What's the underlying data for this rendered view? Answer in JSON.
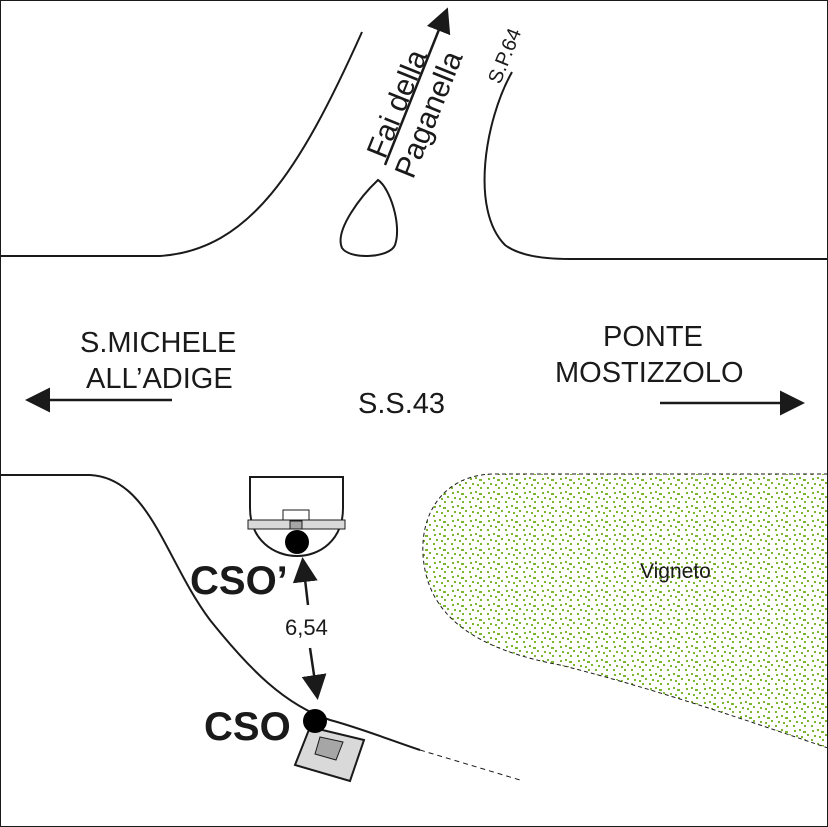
{
  "labels": {
    "dir_north_line1": "Fai della",
    "dir_north_line2": "Paganella",
    "road_sp": "S.P.64",
    "dir_west_line1": "S.MICHELE",
    "dir_west_line2": "ALL’ADIGE",
    "dir_east_line1": "PONTE",
    "dir_east_line2": "MOSTIZZOLO",
    "road_ss": "S.S.43",
    "vineyard": "Vigneto",
    "point_cso_prime": "CSO’",
    "point_cso": "CSO",
    "distance": "6,54"
  },
  "colors": {
    "line": "#1a1a1a",
    "vineyard_dots": "#7cb82f",
    "structure_fill": "#d9d9d9",
    "structure_inner": "#a6a6a6"
  }
}
